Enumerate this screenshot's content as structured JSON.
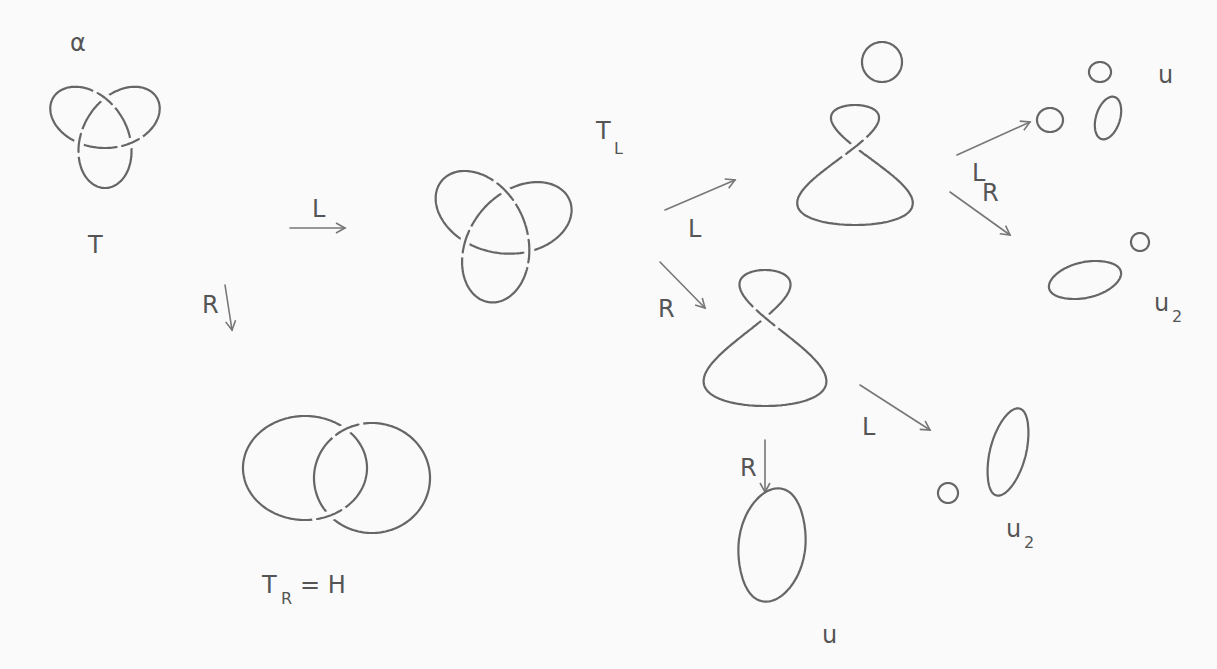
{
  "diagram": {
    "labels": [
      "α",
      "T",
      "L",
      "R",
      "T",
      "L",
      "L",
      "R",
      "L",
      "u",
      "R",
      "u",
      "2",
      "L",
      "u",
      "2",
      "R",
      "u",
      "T",
      "R",
      "= H"
    ]
  }
}
